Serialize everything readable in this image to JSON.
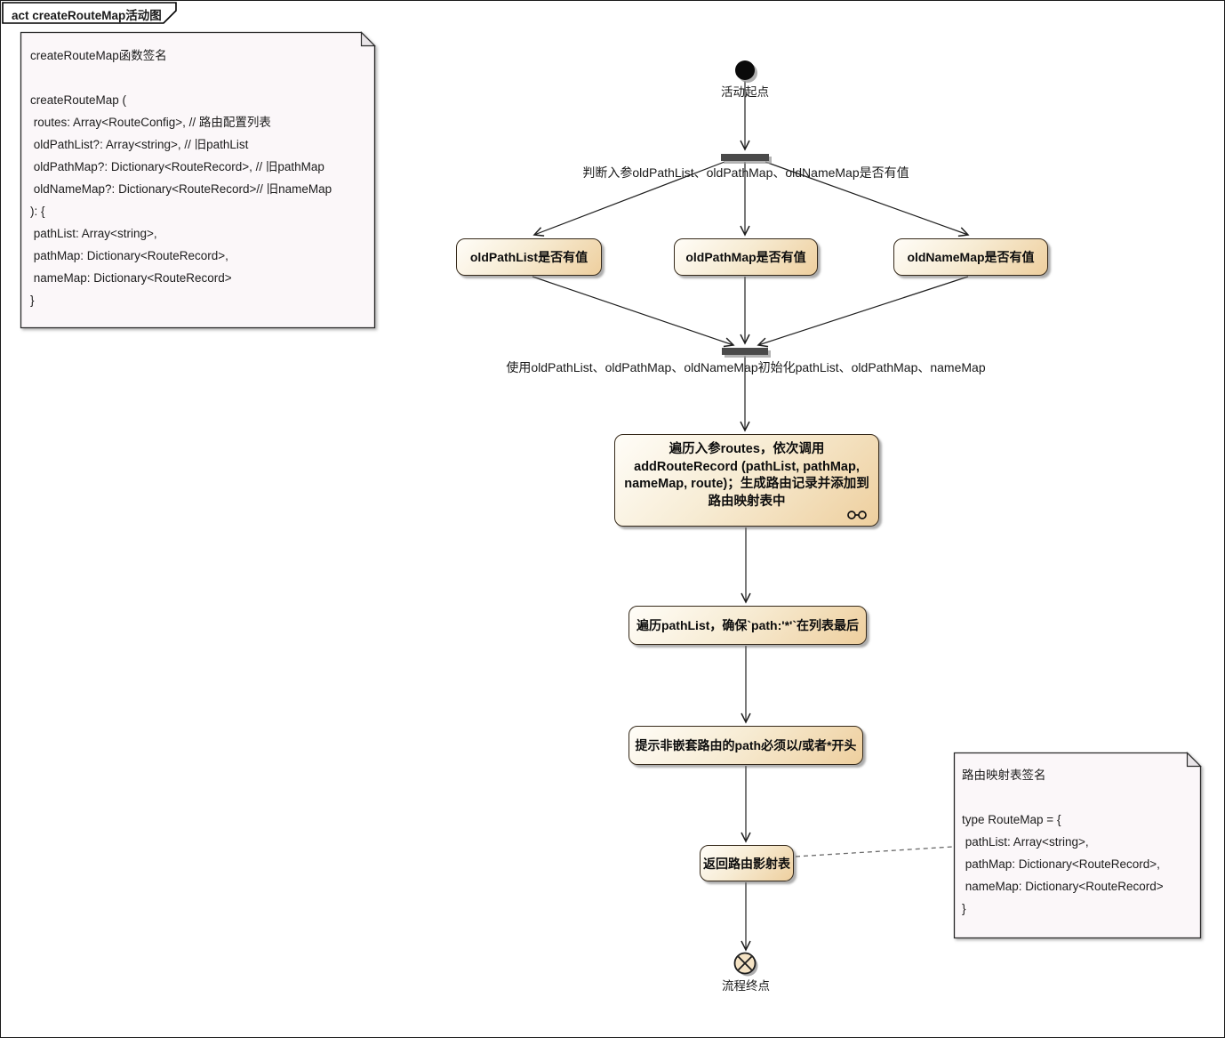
{
  "frame": {
    "title": "act createRouteMap活动图"
  },
  "start_node": {
    "label": "活动起点"
  },
  "end_node": {
    "label": "流程终点"
  },
  "fork": {
    "label": "判断入参oldPathList、oldPathMap、oldNameMap是否有值"
  },
  "join": {
    "label": "使用oldPathList、oldPathMap、oldNameMap初始化pathList、oldPathMap、nameMap"
  },
  "activities": {
    "check_pathlist": "oldPathList是否有值",
    "check_pathmap": "oldPathMap是否有值",
    "check_namemap": "oldNameMap是否有值",
    "iterate_routes": "遍历入参routes，依次调用addRouteRecord (pathList, pathMap, nameMap, route)；生成路由记录并添加到路由映射表中",
    "ensure_wildcard_last": "遍历pathList，确保`path:'*'`在列表最后",
    "warn_path_prefix": "提示非嵌套路由的path必须以/或者*开头",
    "return_map": "返回路由影射表"
  },
  "left_note": {
    "lines": [
      "createRouteMap函数签名",
      "",
      "createRouteMap (",
      " routes: Array<RouteConfig>, // 路由配置列表",
      " oldPathList?: Array<string>, // 旧pathList",
      " oldPathMap?: Dictionary<RouteRecord>, // 旧pathMap",
      " oldNameMap?: Dictionary<RouteRecord>// 旧nameMap",
      "): {",
      " pathList: Array<string>,",
      " pathMap: Dictionary<RouteRecord>,",
      " nameMap: Dictionary<RouteRecord>",
      "}"
    ]
  },
  "right_note": {
    "lines": [
      "路由映射表签名",
      "",
      "type RouteMap = {",
      " pathList: Array<string>,",
      " pathMap: Dictionary<RouteRecord>,",
      " nameMap: Dictionary<RouteRecord>",
      "}"
    ]
  },
  "icons": {
    "composite_indicator": "linked-circles"
  },
  "colors": {
    "activity_fill_light": "#fffdf8",
    "activity_fill_dark": "#eecf9e",
    "activity_border": "#35291a",
    "note_fill": "#fbf7f9",
    "note_fold": "#e9e5e8",
    "bar_fill": "#4a4a4a",
    "connector": "#1f1f1f",
    "background": "#ffffff"
  }
}
